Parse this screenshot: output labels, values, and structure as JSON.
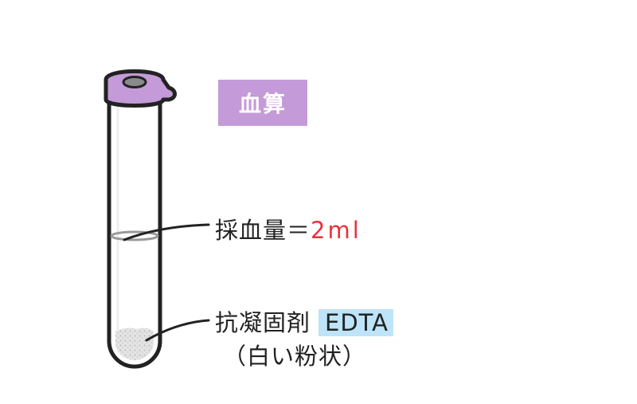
{
  "tag": {
    "text": "血算",
    "color": "#c49ad8"
  },
  "volume": {
    "prefix": "採血量＝",
    "value": "2ml",
    "value_color": "#e8323c"
  },
  "anticoagulant": {
    "label": "抗凝固剤",
    "name": "EDTA",
    "note": "（白い粉状）",
    "highlight_color": "#bde4f8"
  },
  "tube": {
    "cap_color": "#c49ad8"
  }
}
